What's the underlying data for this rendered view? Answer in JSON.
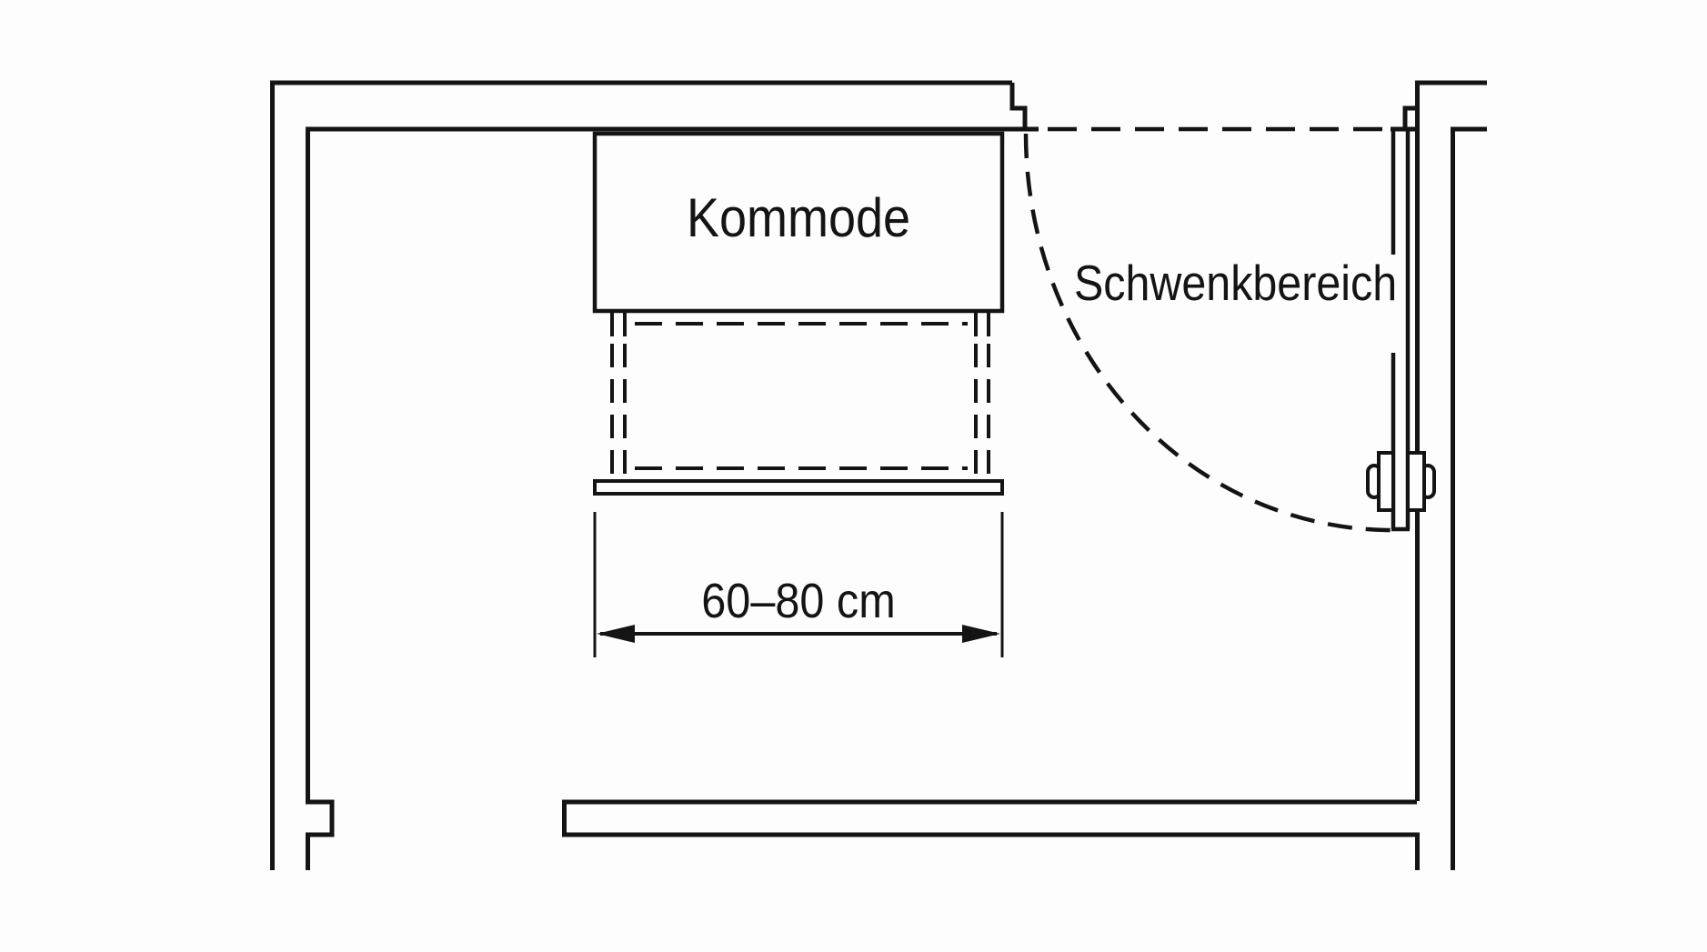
{
  "diagram": {
    "type": "floor-plan",
    "background_color": "#fdfdfd",
    "line_color": "#141414",
    "labels": {
      "furniture": "Kommode",
      "door_swing_area": "Schwenkbereich",
      "dimension": "60–80 cm"
    }
  }
}
